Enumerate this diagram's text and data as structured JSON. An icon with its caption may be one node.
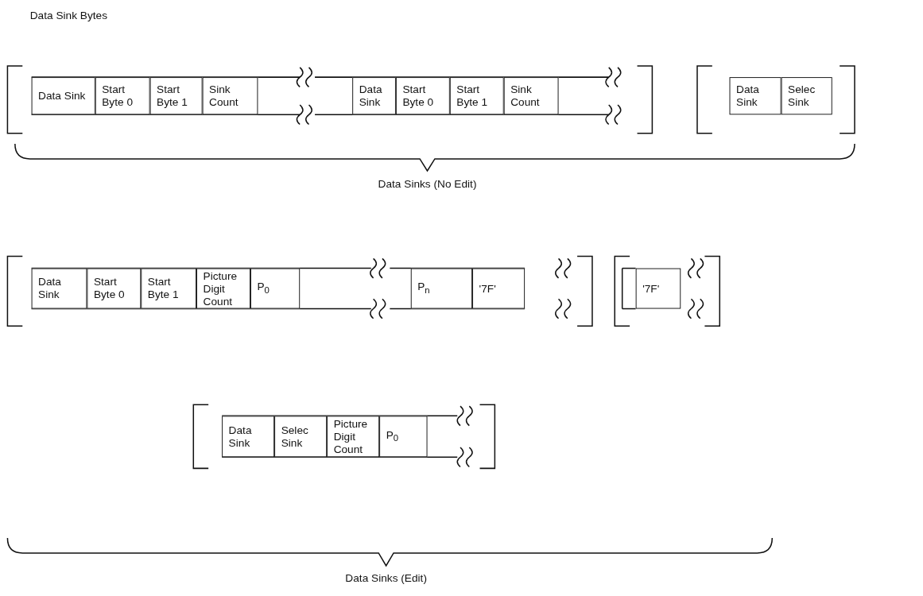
{
  "diagram": {
    "nodes": [
      {
        "text": [
          "Data Sink"
        ]
      },
      {
        "text": [
          "Start Byte 0"
        ]
      },
      {
        "text": [
          "Start Byte 1"
        ]
      },
      {
        "text": [
          "Sink Count"
        ]
      },
      {
        "text": [
          "Data Sink"
        ]
      },
      {
        "text": [
          "Start Byte 0"
        ]
      },
      {
        "text": [
          "Start Byte 1"
        ]
      },
      {
        "text": [
          "Sink Count"
        ]
      },
      {
        "text": [
          "Data Sink"
        ]
      },
      {
        "text": [
          "Selec Sink"
        ]
      },
      {
        "text": [
          "Data Sink"
        ]
      },
      {
        "text": [
          "Start Byte 0"
        ]
      },
      {
        "text": [
          "Start Byte 1"
        ]
      },
      {
        "text": [
          "Picture Digit Count"
        ]
      },
      {
        "text": [
          "P$_{0}$"
        ]
      },
      {
        "text": [
          "P$_{n}$"
        ]
      },
      {
        "text": [
          "'7F'"
        ]
      },
      {
        "text": [
          "'7F'"
        ]
      },
      {
        "text": [
          "Data Sink"
        ]
      },
      {
        "text": [
          "Selec Sink"
        ]
      },
      {
        "text": [
          "Picture Digit Count"
        ]
      },
      {
        "text": [
          "P$_{0}$"
        ]
      }
    ],
    "labels": [
      "Data Sink Bytes",
      "Data Sinks (No Edit)",
      "Data Sinks (Edit)"
    ]
  }
}
